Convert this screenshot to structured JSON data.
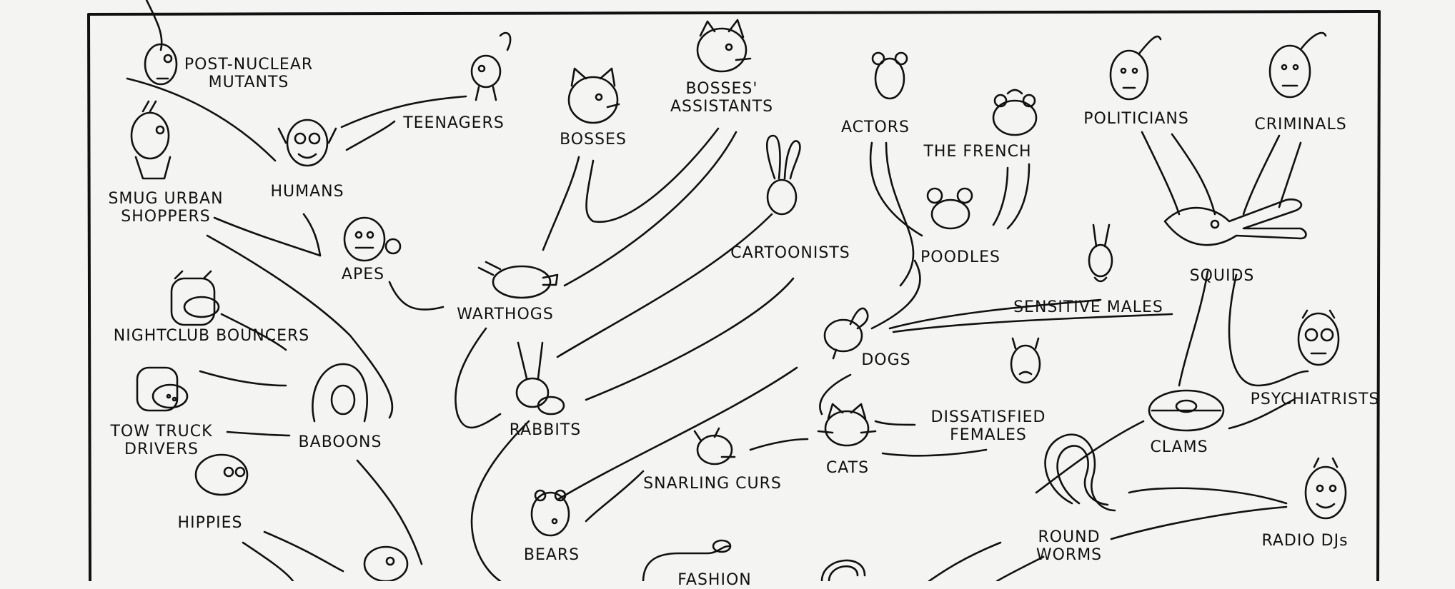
{
  "labels": {
    "post_nuclear_mutants": "POST-NUCLEAR\nMUTANTS",
    "teenagers": "TEENAGERS",
    "humans": "HUMANS",
    "smug_urban_shoppers": "SMUG URBAN\nSHOPPERS",
    "apes": "APES",
    "nightclub_bouncers": "NIGHTCLUB BOUNCERS",
    "tow_truck_drivers": "TOW TRUCK\nDRIVERS",
    "baboons": "BABOONS",
    "hippies": "HIPPIES",
    "bosses": "BOSSES",
    "bosses_assistants": "BOSSES'\nASSISTANTS",
    "warthogs": "WARTHOGS",
    "rabbits": "RABBITS",
    "bears": "BEARS",
    "snarling_curs": "SNARLING CURS",
    "cartoonists": "CARTOONISTS",
    "actors": "ACTORS",
    "the_french": "THE FRENCH",
    "poodles": "POODLES",
    "dogs": "DOGS",
    "sensitive_males": "SENSITIVE MALES",
    "cats": "CATS",
    "dissatisfied_females": "DISSATISFIED\nFEMALES",
    "politicians": "POLITICIANS",
    "criminals": "CRIMINALS",
    "squids": "SQUIDS",
    "psychiatrists": "PSYCHIATRISTS",
    "clams": "CLAMS",
    "round_worms": "ROUND\nWORMS",
    "radio_djs": "RADIO DJs",
    "fashion": "FASHION"
  },
  "colors": {
    "ink": "#111111",
    "paper": "#f4f4f2"
  }
}
